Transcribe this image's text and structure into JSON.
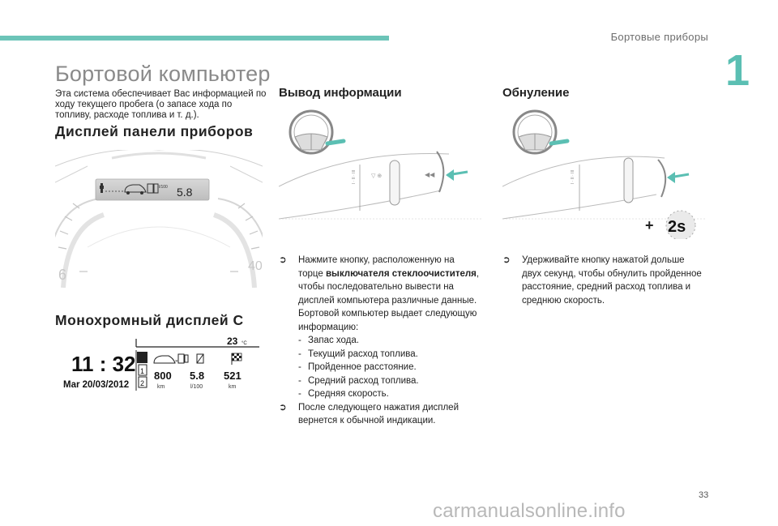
{
  "colors": {
    "accent": "#5bbfb3",
    "bar": "#6cc4b8"
  },
  "header": {
    "section_title": "Бортовые приборы",
    "chapter_number": "1"
  },
  "page": {
    "title": "Бортовой компьютер",
    "intro": "Эта система обеспечивает Вас информацией по ходу текущего пробега (о запасе хода по топливу, расходе топлива и т. д.).",
    "number": "33"
  },
  "display_section": {
    "heading": "Дисплей панели приборов",
    "screen_value": "5.8",
    "screen_unit": "l/100",
    "gauge_left_tick": "6",
    "gauge_right_tick": "40"
  },
  "mono_section": {
    "heading": "Монохромный дисплей C",
    "temperature": "23",
    "temperature_unit": "°C",
    "clock": "11 : 32",
    "date": "Mar 20/03/2012",
    "trip_1": "1",
    "trip_2": "2",
    "values": [
      {
        "value": "800",
        "unit": "km"
      },
      {
        "value": "5.8",
        "unit": "l/100"
      },
      {
        "value": "521",
        "unit": "km"
      }
    ]
  },
  "output_section": {
    "heading": "Вывод информации",
    "p1_pre": "Нажмите кнопку, расположенную на торце ",
    "p1_bold": "выключателя стеклоочистителя",
    "p1_post": ", чтобы последовательно вывести на дисплей компьютера различные данные. Бортовой компьютер выдает следующую информацию:",
    "items": [
      "Запас хода.",
      "Текущий расход топлива.",
      "Пройденное расстояние.",
      "Средний расход топлива.",
      "Средняя скорость."
    ],
    "p2": "После следующего нажатия дисплей вернется к обычной индикации."
  },
  "reset_section": {
    "heading": "Обнуление",
    "badge_plus": "+",
    "badge_label": "2s",
    "p1": "Удерживайте кнопку нажатой дольше двух секунд, чтобы обнулить пройденное расстояние, средний расход топлива и среднюю скорость."
  },
  "watermark": "carmanualsonline.info"
}
